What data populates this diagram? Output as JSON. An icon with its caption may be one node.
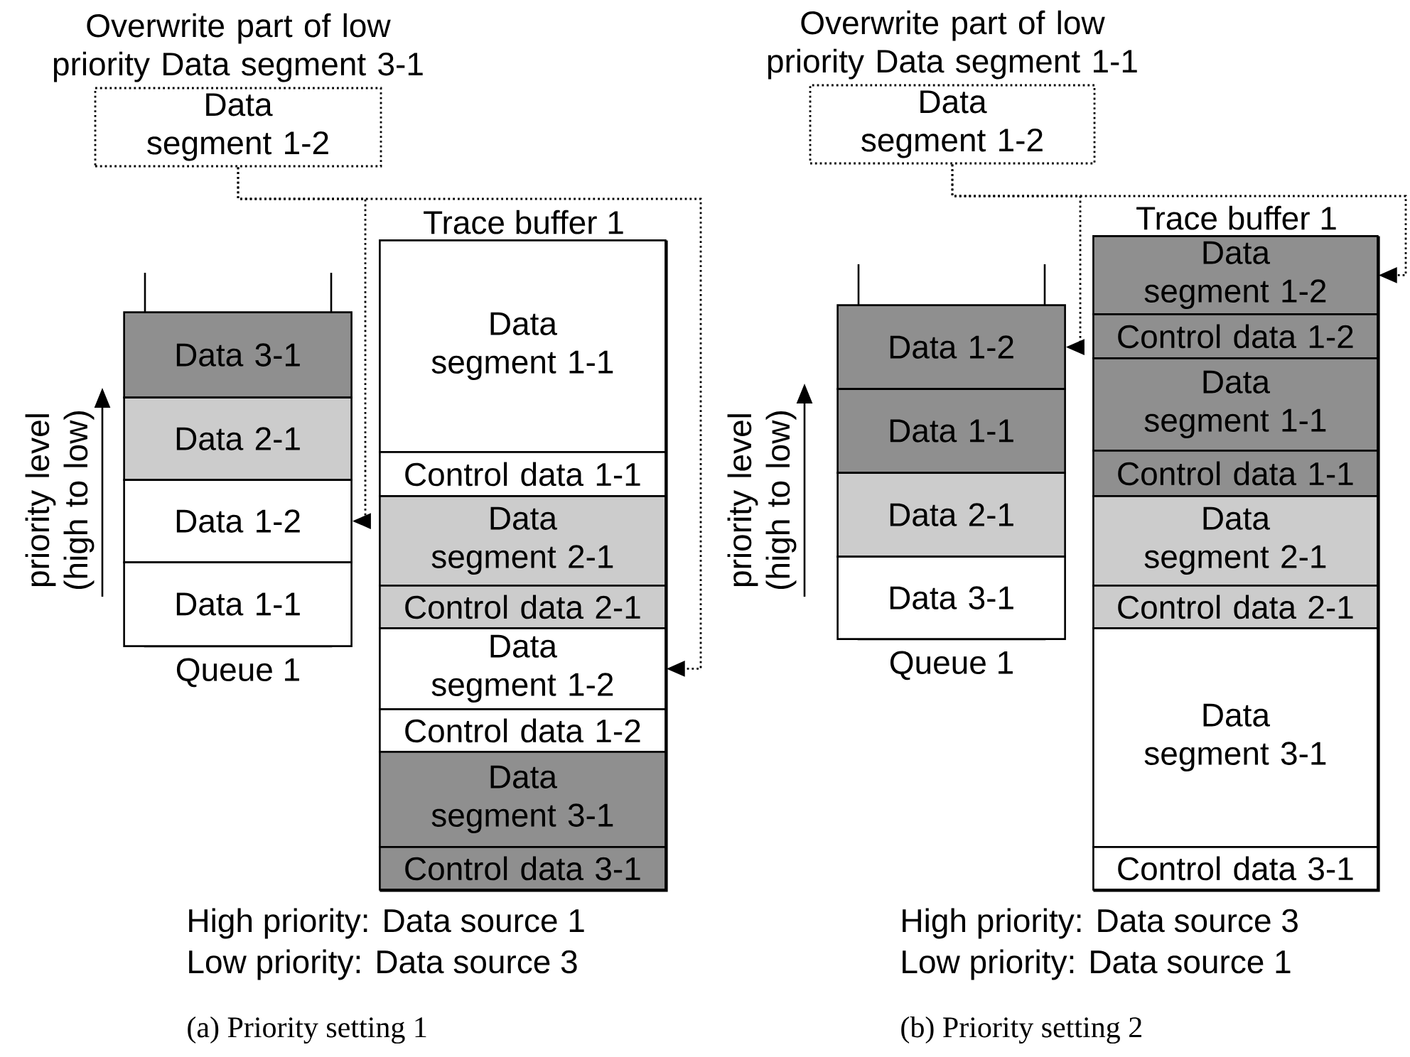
{
  "diagram": {
    "nodes": [
      {
        "text": [
          "Overwrite part of low priority Data segment 3-1",
          "Data segment 1-2"
        ]
      },
      {
        "text": [
          "Queue 1"
        ]
      },
      {
        "text": [
          "Data 3-1"
        ],
        "in": 1
      },
      {
        "text": [
          "Data 2-1"
        ],
        "in": 1
      },
      {
        "text": [
          "Data 1-2"
        ],
        "in": 1
      },
      {
        "text": [
          "Data 1-1"
        ],
        "in": 1
      },
      {
        "text": [
          "Trace buffer 1"
        ]
      },
      {
        "text": [
          "Data segment 1-1"
        ],
        "in": 6
      },
      {
        "text": [
          "Control data 1-1"
        ],
        "in": 6
      },
      {
        "text": [
          "Data segment 2-1"
        ],
        "in": 6
      },
      {
        "text": [
          "Control data 2-1"
        ],
        "in": 6
      },
      {
        "text": [
          "Data segment 1-2"
        ],
        "in": 6
      },
      {
        "text": [
          "Control data 1-2"
        ],
        "in": 6
      },
      {
        "text": [
          "Data segment 3-1"
        ],
        "in": 6
      },
      {
        "text": [
          "Control data 3-1"
        ],
        "in": 6
      },
      {
        "text": [
          "Overwrite part of low priority Data segment 1-1",
          "Data segment 1-2"
        ]
      },
      {
        "text": [
          "Queue 1"
        ]
      },
      {
        "text": [
          "Data 1-2"
        ],
        "in": 16
      },
      {
        "text": [
          "Data 1-1"
        ],
        "in": 16
      },
      {
        "text": [
          "Data 2-1"
        ],
        "in": 16
      },
      {
        "text": [
          "Data 3-1"
        ],
        "in": 16
      },
      {
        "text": [
          "Trace buffer 1"
        ]
      },
      {
        "text": [
          "Data segment 1-2"
        ],
        "in": 21
      },
      {
        "text": [
          "Control data 1-2"
        ],
        "in": 21
      },
      {
        "text": [
          "Data segment 1-1"
        ],
        "in": 21
      },
      {
        "text": [
          "Control data 1-1"
        ],
        "in": 21
      },
      {
        "text": [
          "Data segment 2-1"
        ],
        "in": 21
      },
      {
        "text": [
          "Control data 2-1"
        ],
        "in": 21
      },
      {
        "text": [
          "Data segment 3-1"
        ],
        "in": 21
      },
      {
        "text": [
          "Control data 3-1"
        ],
        "in": 21
      }
    ],
    "edges": [
      {
        "from": 0,
        "to": 4,
        "arrow": "to",
        "style": "dashed"
      },
      {
        "from": 0,
        "to": 11,
        "arrow": "to",
        "style": "dashed"
      },
      {
        "from": 15,
        "to": 17,
        "arrow": "to",
        "style": "dashed"
      },
      {
        "from": 15,
        "to": 22,
        "arrow": "to",
        "style": "dashed"
      }
    ],
    "labels": [
      "priority level (high to low)",
      "High priority: Data source 1",
      "Low priority: Data source 3",
      "(a) Priority setting 1",
      "priority level (high to low)",
      "High priority: Data source 3",
      "Low priority: Data source 1",
      "(b) Priority setting 2"
    ]
  }
}
